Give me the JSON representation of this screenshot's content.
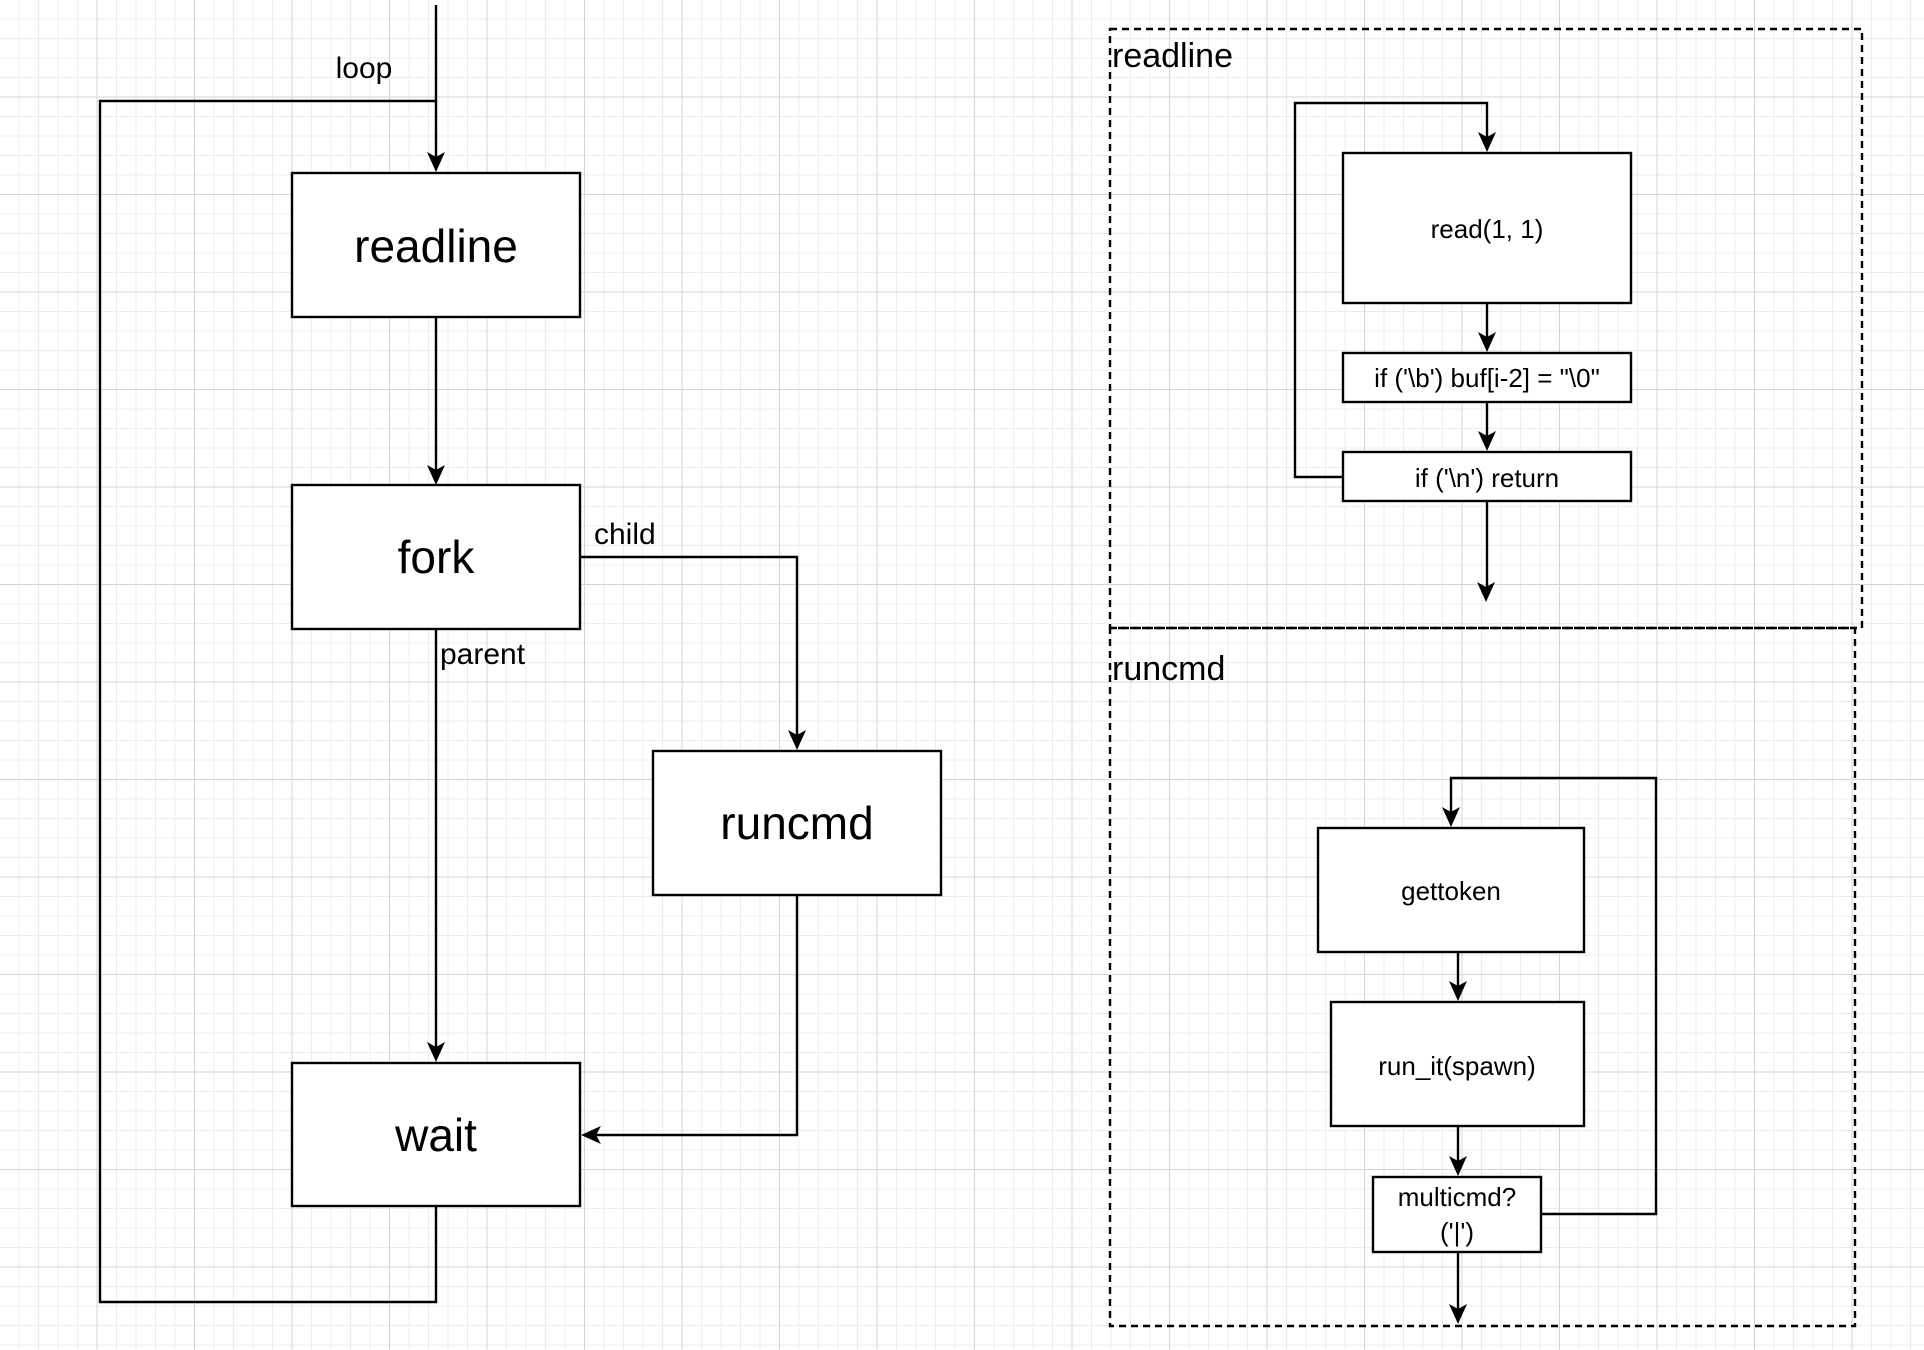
{
  "main_flow": {
    "loop_label": "loop",
    "readline": "readline",
    "fork": "fork",
    "child_label": "child",
    "parent_label": "parent",
    "runcmd": "runcmd",
    "wait": "wait"
  },
  "readline_group": {
    "title": "readline",
    "read_step": "read(1, 1)",
    "backspace_step": "if ('\\b') buf[i-2] = \"\\0\"",
    "newline_step": "if ('\\n') return"
  },
  "runcmd_group": {
    "title": "runcmd",
    "gettoken_step": "gettoken",
    "run_step": "run_it(spawn)",
    "multicmd_line1": "multicmd?",
    "multicmd_line2": "('|')"
  }
}
